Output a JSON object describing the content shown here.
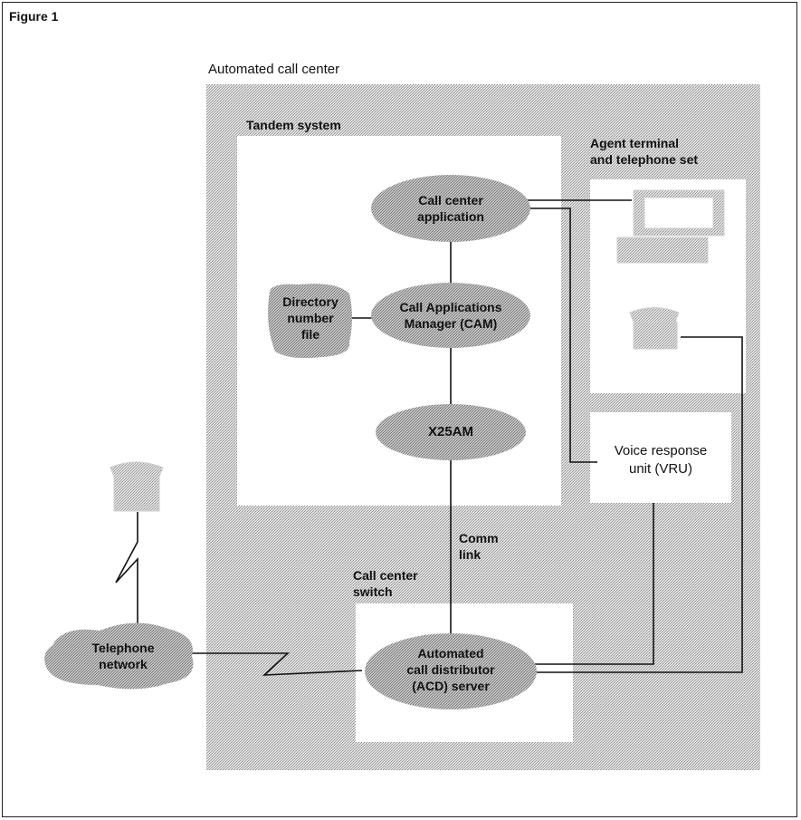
{
  "figure": {
    "label": "Figure 1",
    "outer_title": "Automated call center",
    "tandem_title": "Tandem system",
    "agent_title_1": "Agent terminal",
    "agent_title_2": "and telephone set",
    "switch_title_1": "Call center",
    "switch_title_2": "switch"
  },
  "nodes": {
    "call_center_app": [
      "Call center",
      "application"
    ],
    "cam": [
      "Call Applications",
      "Manager (CAM)"
    ],
    "directory": [
      "Directory",
      "number",
      "file"
    ],
    "x25am": [
      "X25AM"
    ],
    "vru": [
      "Voice response",
      "unit (VRU)"
    ],
    "acd": [
      "Automated",
      "call distributor",
      "(ACD) server"
    ],
    "telephone_network": [
      "Telephone",
      "network"
    ]
  },
  "links": {
    "comm_link": [
      "Comm",
      "link"
    ]
  },
  "colors": {
    "stipple_bg": "#d4d4d4",
    "white_box": "#ffffff",
    "line": "#111111"
  }
}
